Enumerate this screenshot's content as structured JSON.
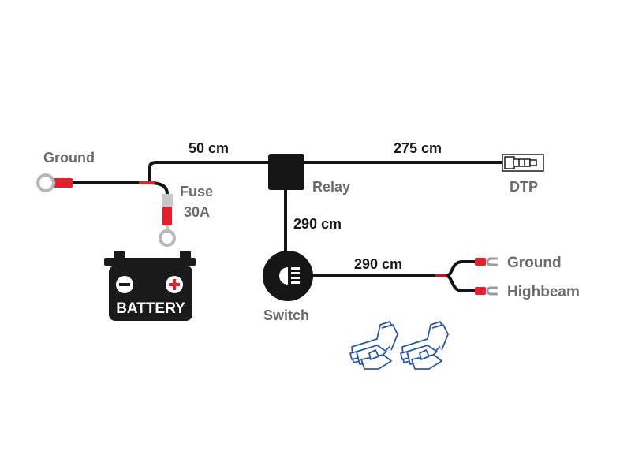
{
  "colors": {
    "wire": "#151515",
    "red": "#e3212d",
    "ring": "#b8b8b8",
    "label_dark": "#1a1a1a",
    "label_gray": "#6b6b6b",
    "connector_blue": "#2b59a8"
  },
  "lengths": {
    "ground_to_relay": "50 cm",
    "relay_to_dtp": "275 cm",
    "relay_to_switch": "290 cm",
    "switch_to_lights": "290 cm"
  },
  "components": {
    "ground_left": "Ground",
    "fuse_line1": "Fuse",
    "fuse_line2": "30A",
    "battery": "BATTERY",
    "battery_minus": "−",
    "battery_plus": "+",
    "relay": "Relay",
    "dtp": "DTP",
    "switch": "Switch",
    "ground_right": "Ground",
    "highbeam": "Highbeam"
  },
  "icons": [
    "ring-terminal-icon",
    "fuse-icon",
    "battery-icon",
    "relay-box-icon",
    "dtp-connector-icon",
    "switch-icon",
    "fork-terminal-icon",
    "splice-connector-icon"
  ]
}
